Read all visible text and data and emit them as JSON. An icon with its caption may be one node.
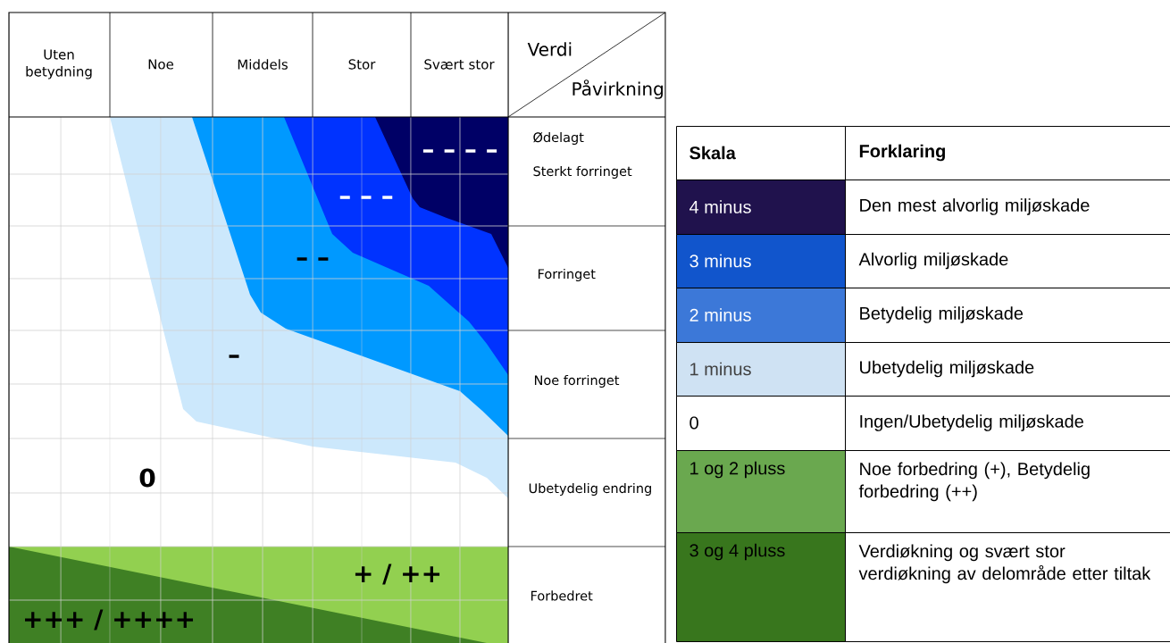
{
  "diagram": {
    "labels": [
      "Uten betydning",
      "Noe",
      "Middels",
      "Stor",
      "Svært stor",
      "Verdi",
      "Påvirkning",
      "Ødelagt",
      "Sterkt forringet",
      "Forringet",
      "Noe forringet",
      "Ubetydelig endring",
      "Forbedret",
      "– – – –",
      "– – –",
      "– –",
      "–",
      "0",
      "+ / ++",
      "+++ / ++++",
      "Skala",
      "Forklaring",
      "Den mest alvorlig miljøskade",
      "Alvorlig miljøskade",
      "Betydelig miljøskade",
      "Ubetydelig miljøskade",
      "Ingen/Ubetydelig miljøskade",
      "Noe forbedring (+), Betydelig forbedring (++)",
      "Verdiøkning og svært stor verdiøkning av delområde etter tiltak"
    ],
    "legend": [
      {
        "text": "4 minus",
        "color": "#20124d"
      },
      {
        "text": "3 minus",
        "color": "#1155cc"
      },
      {
        "text": "2 minus",
        "color": "#3c78d8"
      },
      {
        "text": "1 minus",
        "color": "#cfe2f3"
      },
      {
        "text": "0",
        "color": "#ffffff"
      },
      {
        "text": "1 og 2 pluss",
        "color": "#6aa84f"
      },
      {
        "text": "3 og 4 pluss",
        "color": "#38761d"
      }
    ]
  }
}
